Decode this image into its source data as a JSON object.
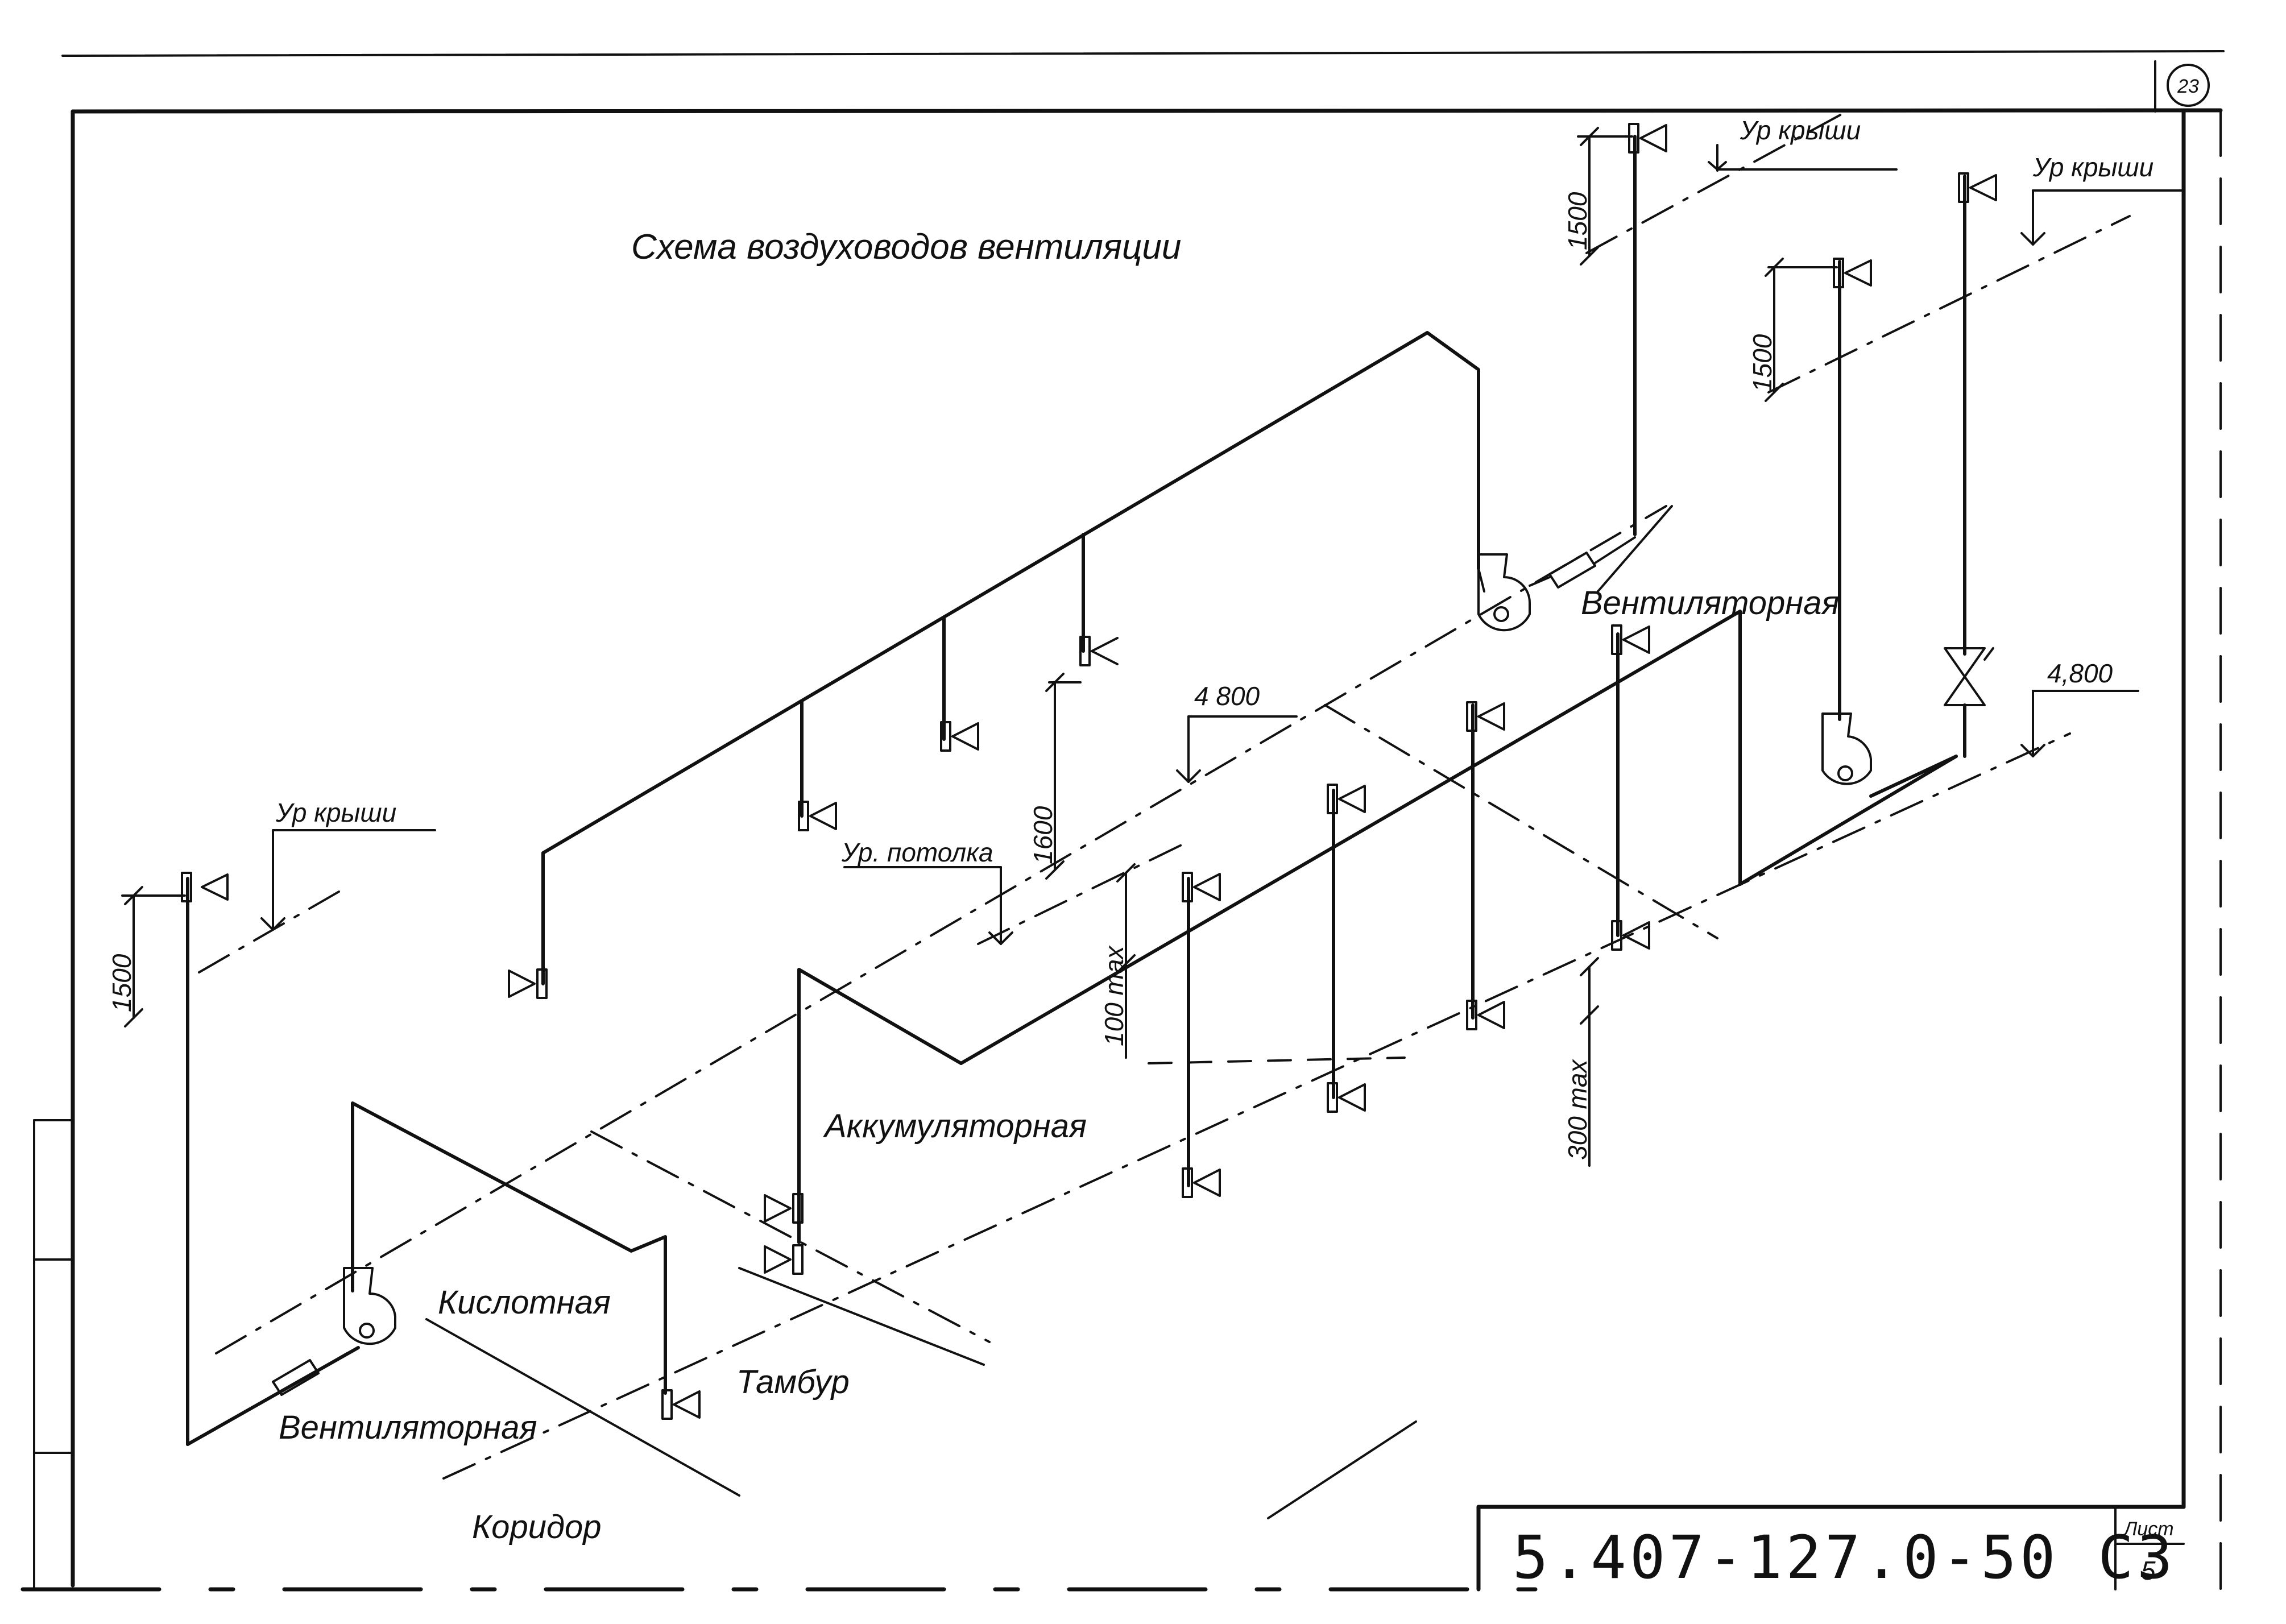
{
  "sheet": {
    "title": "Схема воздуховодов вентиляции",
    "page_circle": "23",
    "code": "5.407-127.0-50 С3",
    "list_label": "Лист",
    "list_number": "5"
  },
  "rooms": {
    "ventilator_left": "Вентиляторная",
    "ventilator_right": "Вентиляторная",
    "acid": "Кислотная",
    "battery": "Аккумуляторная",
    "tambour": "Тамбур",
    "corridor": "Коридор"
  },
  "levels": {
    "roof_left": "Ур крыши",
    "roof_mid": "Ур крыши",
    "roof_right": "Ур крыши",
    "ceiling": "Ур. потолка",
    "elev_mid": "4 800",
    "elev_right": "4,800"
  },
  "dimensions": {
    "d1500_left": "1500",
    "d1500_top": "1500",
    "d1500_right": "1500",
    "d1600": "1600",
    "d100max": "100 max",
    "d300max": "300 max"
  },
  "icons": {
    "grille": "supply-grille-icon",
    "fan": "radial-fan-icon",
    "valve": "check-valve-icon",
    "flex": "flexible-insert-icon"
  }
}
